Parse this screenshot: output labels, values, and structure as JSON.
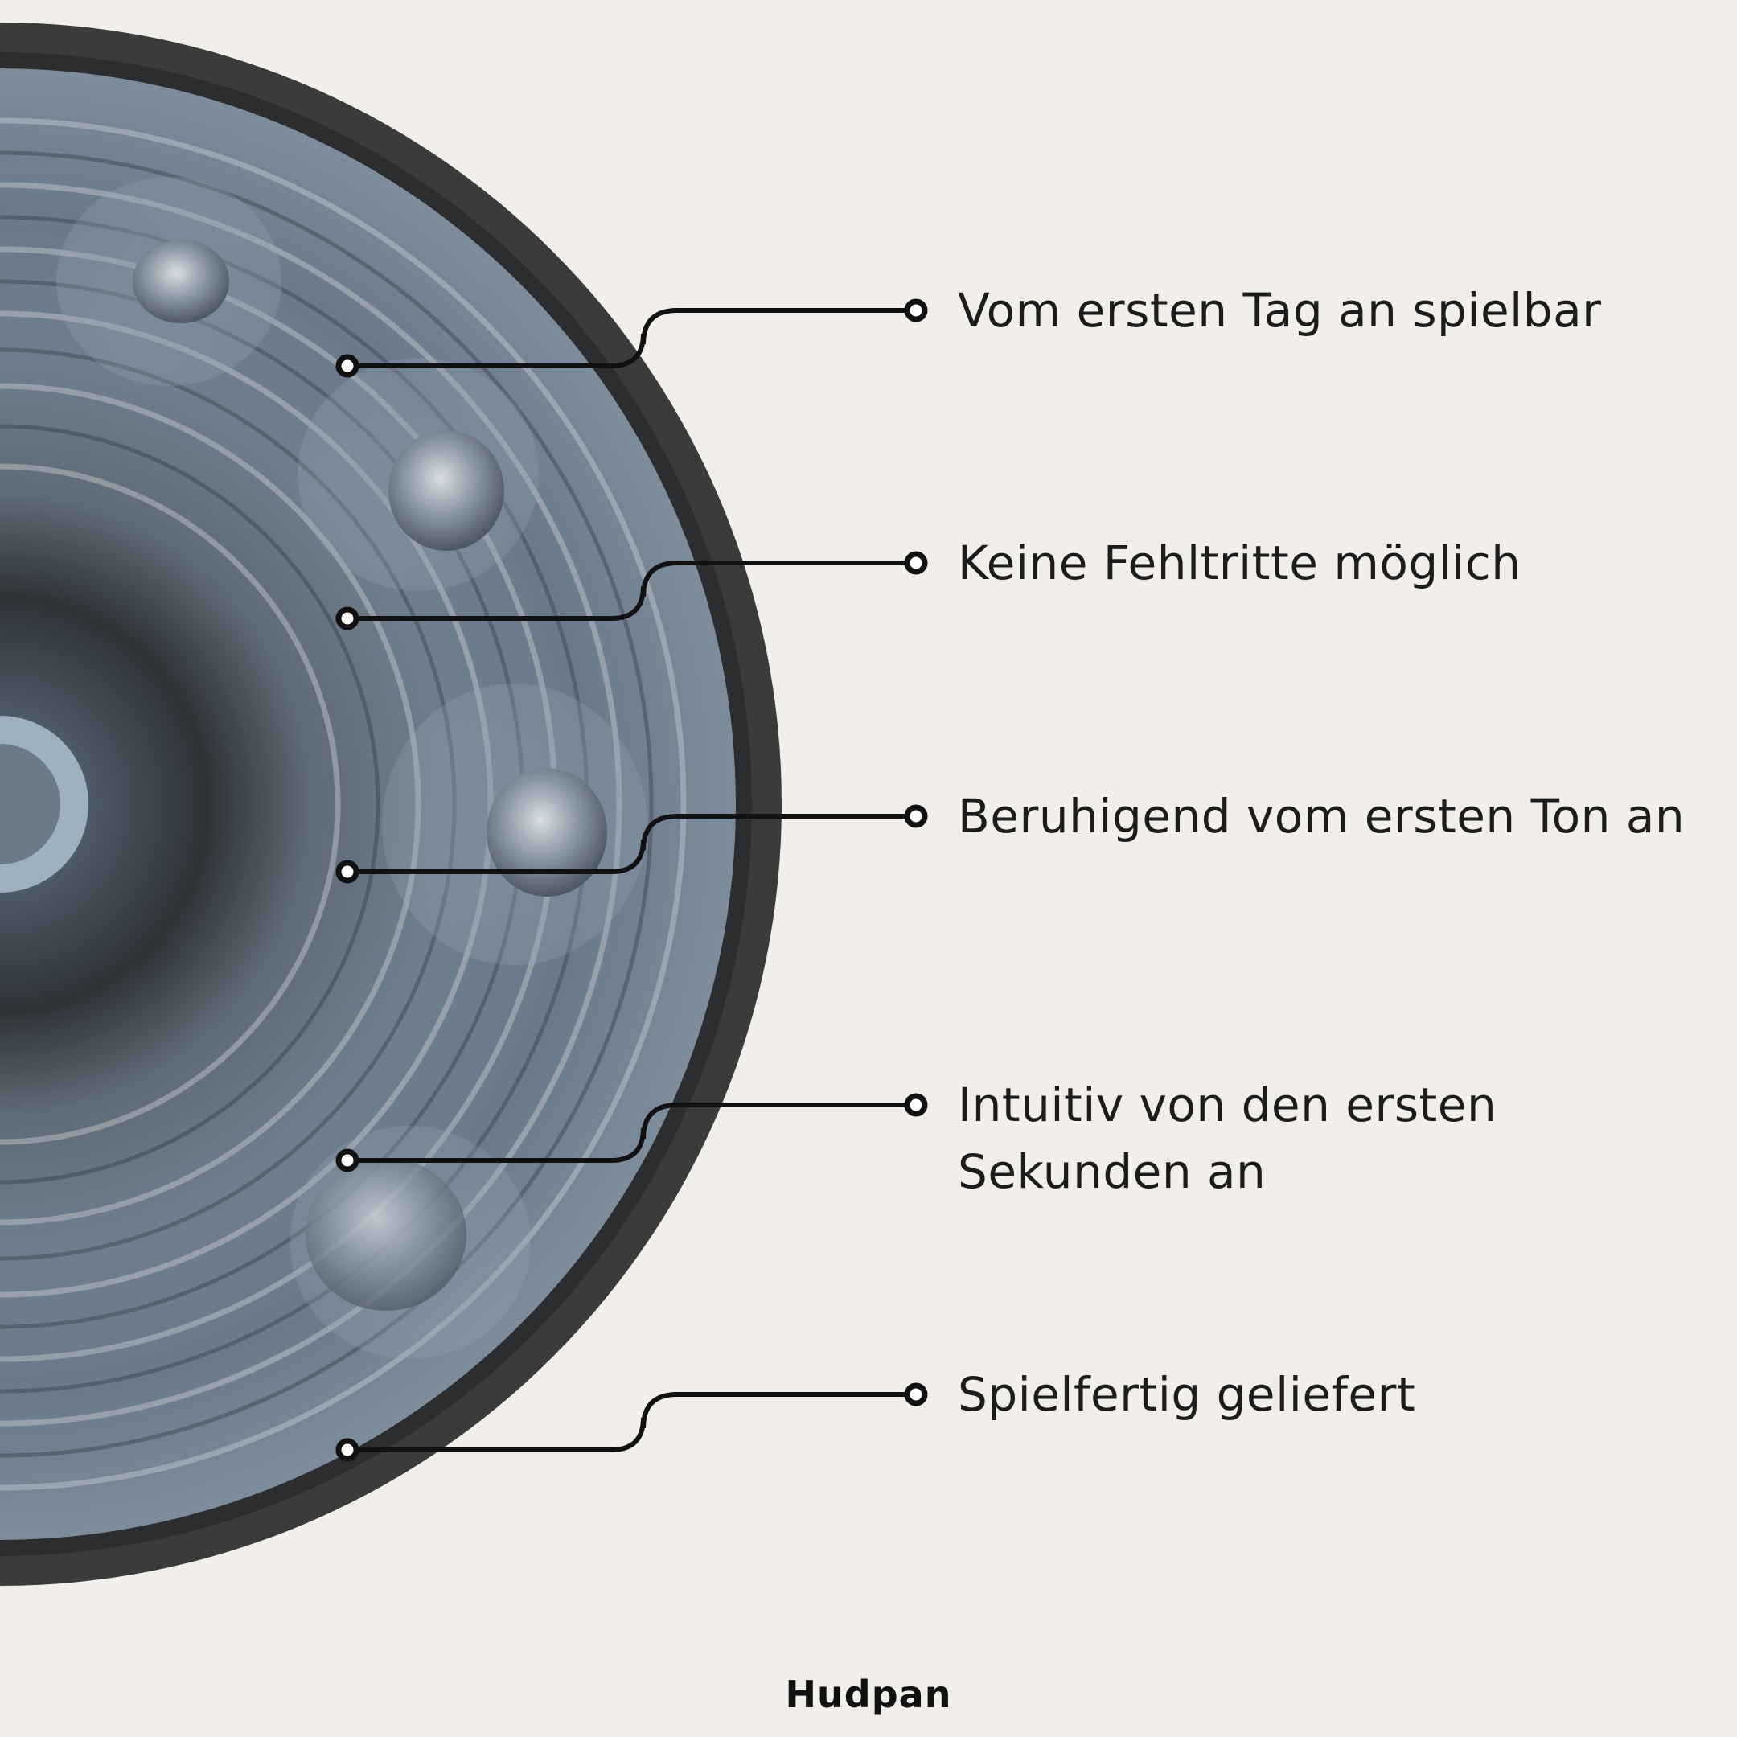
{
  "features": [
    {
      "label": "Vom ersten Tag an spielbar"
    },
    {
      "label": "Keine Fehltritte möglich"
    },
    {
      "label": "Beruhigend vom ersten Ton an"
    },
    {
      "label": "Intuitiv von den ersten Sekunden an"
    },
    {
      "label": "Spielfertig geliefert"
    }
  ],
  "brand": {
    "name": "Hudpan"
  },
  "colors": {
    "background": "#f2eeea",
    "text": "#1c1c1c",
    "callout_line": "#111111",
    "rim": "#3a3b3b",
    "steel": "#5f6d7c"
  },
  "image": {
    "subject": "handpan-drum-icon"
  }
}
